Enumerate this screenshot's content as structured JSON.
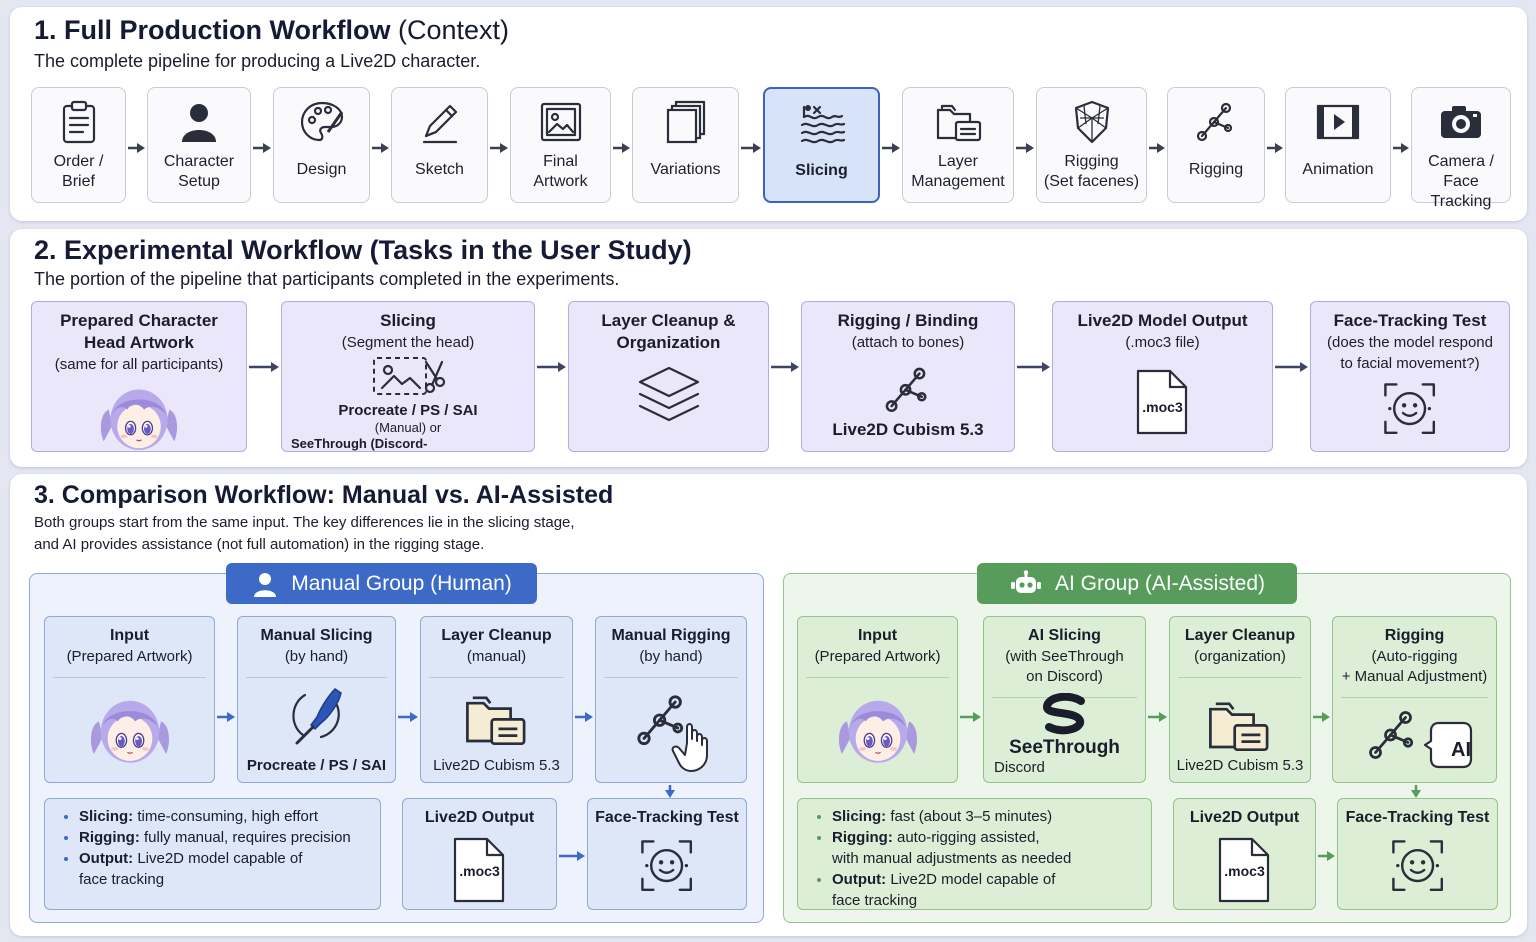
{
  "section1": {
    "title": "1. Full Production Workflow",
    "title_suffix": "(Context)",
    "subtitle": "The complete pipeline for producing a Live2D character.",
    "steps": [
      {
        "label": "Order /\nBrief",
        "icon": "clipboard-icon"
      },
      {
        "label": "Character\nSetup",
        "icon": "person-icon"
      },
      {
        "label": "Design",
        "icon": "palette-icon"
      },
      {
        "label": "Sketch",
        "icon": "pencil-icon"
      },
      {
        "label": "Final\nArtwork",
        "icon": "image-frame-icon"
      },
      {
        "label": "Variations",
        "icon": "stacked-pages-icon"
      },
      {
        "label": "Slicing",
        "icon": "slicing-waves-icon",
        "highlighted": true
      },
      {
        "label": "Layer\nManagement",
        "icon": "folder-icon"
      },
      {
        "label": "Rigging\n(Set facenes)",
        "icon": "face-mesh-icon"
      },
      {
        "label": "Rigging",
        "icon": "bone-nodes-icon"
      },
      {
        "label": "Animation",
        "icon": "film-icon"
      },
      {
        "label": "Camera /\nFace Tracking",
        "icon": "camera-icon"
      }
    ]
  },
  "section2": {
    "title": "2. Experimental Workflow (Tasks in the User Study)",
    "subtitle": "The portion of the pipeline that participants completed in the experiments.",
    "steps": [
      {
        "title": "Prepared Character\nHead Artwork",
        "sub": "(same for all participants)",
        "icon": "character-head-icon"
      },
      {
        "title": "Slicing",
        "sub": "(Segment the head)",
        "icon": "scissors-image-icon",
        "foot_bold": "Procreate / PS / SAI",
        "foot_small": "(Manual) or",
        "foot_cut": "SeeThrough (Discord-"
      },
      {
        "title": "Layer Cleanup &\nOrganization",
        "sub": "",
        "icon": "layers-icon"
      },
      {
        "title": "Rigging / Binding",
        "sub": "(attach to bones)",
        "icon": "bone-nodes-icon",
        "foot_bold": "Live2D Cubism 5.3"
      },
      {
        "title": "Live2D Model Output",
        "sub": "(.moc3 file)",
        "icon": "moc3-file-icon",
        "file_label": ".moc3"
      },
      {
        "title": "Face-Tracking Test",
        "sub": "(does the model respond\nto facial movement?)",
        "icon": "face-tracking-icon"
      }
    ]
  },
  "section3": {
    "title": "3. Comparison Workflow: Manual vs. AI-Assisted",
    "desc_line1": "Both groups start from the same input. The key differences lie in the slicing stage,",
    "desc_line2": "and AI provides assistance (not full automation) in the rigging stage.",
    "manual": {
      "badge": "Manual Group (Human)",
      "color": "#3c6ac6",
      "cards": [
        {
          "title": "Input",
          "sub": "(Prepared Artwork)"
        },
        {
          "title": "Manual Slicing",
          "sub": "(by hand)",
          "foot": "Procreate / PS / SAI"
        },
        {
          "title": "Layer Cleanup",
          "sub": "(manual)",
          "foot": "Live2D Cubism 5.3"
        },
        {
          "title": "Manual Rigging",
          "sub": "(by hand)"
        }
      ],
      "bullets": [
        {
          "k": "Slicing:",
          "v": "time-consuming, high effort"
        },
        {
          "k": "Rigging:",
          "v": "fully manual, requires precision"
        },
        {
          "k": "Output:",
          "v": "Live2D model capable of",
          "v2": "face tracking"
        }
      ],
      "output": {
        "title": "Live2D Output",
        "file": ".moc3"
      },
      "tracking": {
        "title": "Face-Tracking Test"
      }
    },
    "ai": {
      "badge": "AI Group (AI-Assisted)",
      "color": "#579c5b",
      "cards": [
        {
          "title": "Input",
          "sub": "(Prepared Artwork)"
        },
        {
          "title": "AI Slicing",
          "sub": "(with SeeThrough\non Discord)",
          "brand": "SeeThrough",
          "foot": "Discord"
        },
        {
          "title": "Layer Cleanup",
          "sub": "(organization)",
          "foot": "Live2D Cubism 5.3"
        },
        {
          "title": "Rigging",
          "sub": "(Auto-rigging\n+ Manual Adjustment)",
          "ai_tag": "AI"
        }
      ],
      "bullets": [
        {
          "k": "Slicing:",
          "v": "fast (about 3–5 minutes)"
        },
        {
          "k": "Rigging:",
          "v": "auto-rigging assisted,",
          "v2": "with manual adjustments as needed"
        },
        {
          "k": "Output:",
          "v": "Live2D model capable of",
          "v2": "face tracking"
        }
      ],
      "output": {
        "title": "Live2D Output",
        "file": ".moc3"
      },
      "tracking": {
        "title": "Face-Tracking Test"
      }
    }
  }
}
